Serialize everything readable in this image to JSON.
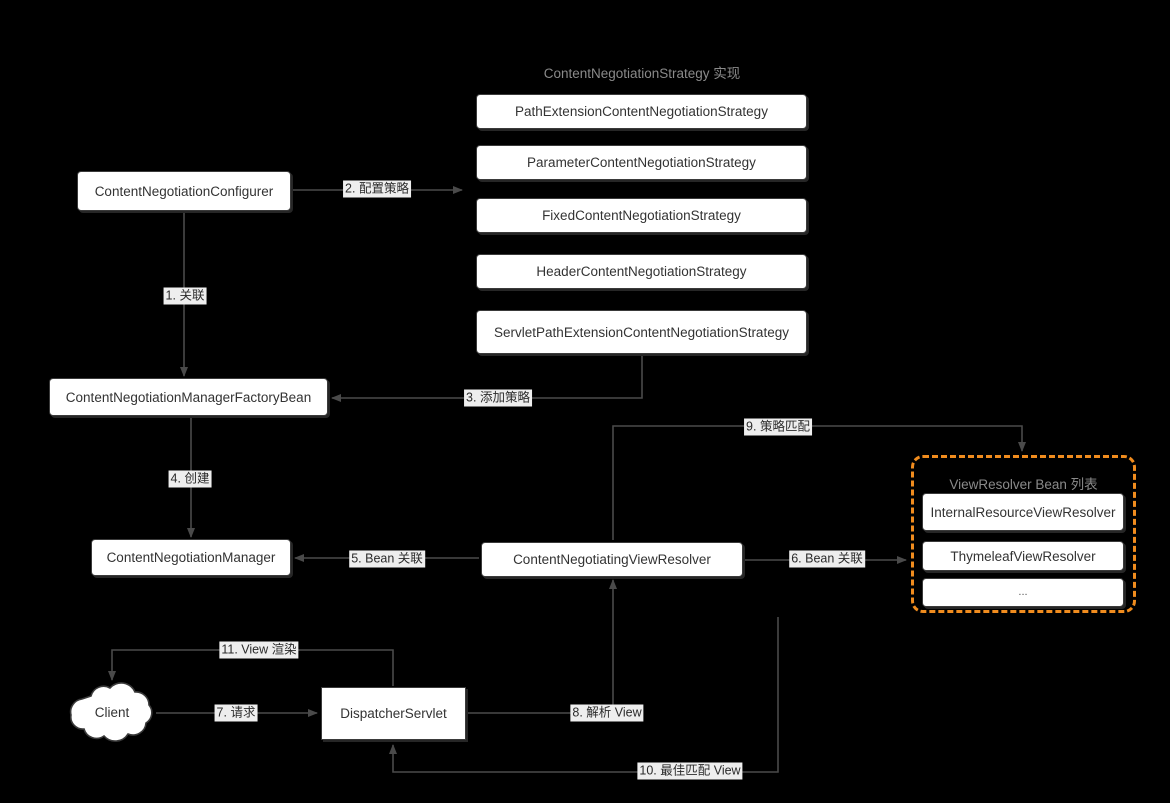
{
  "diagram": {
    "title_strategy_group": "ContentNegotiationStrategy 实现",
    "accent_color": "#f08c1e",
    "node_border_color": "#3a3a3a",
    "node_fill_color": "#ffffff",
    "edge_color": "#4a4a4a",
    "background_color": "#000000",
    "label_bg_color": "#eeeeee"
  },
  "nodes": {
    "configurer": "ContentNegotiationConfigurer",
    "factory_bean": "ContentNegotiationManagerFactoryBean",
    "manager": "ContentNegotiationManager",
    "negotiating_view_resolver": "ContentNegotiatingViewResolver",
    "dispatcher_servlet": "DispatcherServlet",
    "client": "Client"
  },
  "strategies": [
    "PathExtensionContentNegotiationStrategy",
    "ParameterContentNegotiationStrategy",
    "FixedContentNegotiationStrategy",
    "HeaderContentNegotiationStrategy",
    "ServletPathExtensionContentNegotiationStrategy"
  ],
  "view_resolver_cluster": {
    "title": "ViewResolver Bean 列表",
    "items": [
      "InternalResourceViewResolver",
      "ThymeleafViewResolver",
      "..."
    ]
  },
  "edge_labels": {
    "e1": "1. 关联",
    "e2": "2. 配置策略",
    "e3": "3. 添加策略",
    "e4": "4. 创建",
    "e5": "5. Bean 关联",
    "e6": "6. Bean 关联",
    "e7": "7. 请求",
    "e8": "8. 解析 View",
    "e9": "9. 策略匹配",
    "e10": "10. 最佳匹配 View",
    "e11": "11. View 渲染"
  }
}
